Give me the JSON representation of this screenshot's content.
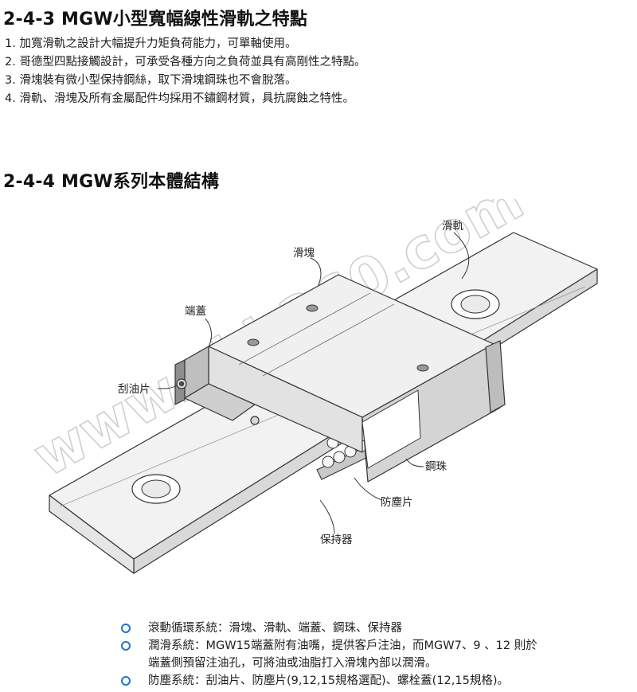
{
  "section1": {
    "heading": "2-4-3 MGW小型寬幅線性滑軌之特點",
    "items": [
      "1. 加寬滑軌之設計大幅提升力矩負荷能力，可單軸使用。",
      "2. 哥德型四點接觸設計，可承受各種方向之負荷並具有高剛性之特點。",
      "3. 滑塊裝有微小型保持鋼絲，取下滑塊鋼珠也不會脫落。",
      "4. 滑軌、滑塊及所有金屬配件均採用不鏽鋼材質，具抗腐蝕之特性。"
    ]
  },
  "section2": {
    "heading": "2-4-4 MGW系列本體結構"
  },
  "diagram": {
    "labels": {
      "rail": "滑軌",
      "block": "滑塊",
      "end_cap": "端蓋",
      "scraper": "刮油片",
      "balls": "鋼珠",
      "dust_plate": "防塵片",
      "retainer": "保持器"
    },
    "watermark": "www.zkh360.com"
  },
  "systems": [
    {
      "line1": "滾動循環系統：滑塊、滑軌、端蓋、鋼珠、保持器",
      "line2": ""
    },
    {
      "line1": "潤滑系統：MGW15端蓋附有油嘴，提供客戶注油，而MGW7、9 、12 則於",
      "line2": "端蓋側預留注油孔，可將油或油脂打入滑塊內部以潤滑。"
    },
    {
      "line1": "防塵系統：刮油片、防塵片(9,12,15規格選配)、螺栓蓋(12,15規格)。",
      "line2": ""
    }
  ],
  "colors": {
    "bullet": "#1d75c9",
    "heading": "#111111"
  }
}
